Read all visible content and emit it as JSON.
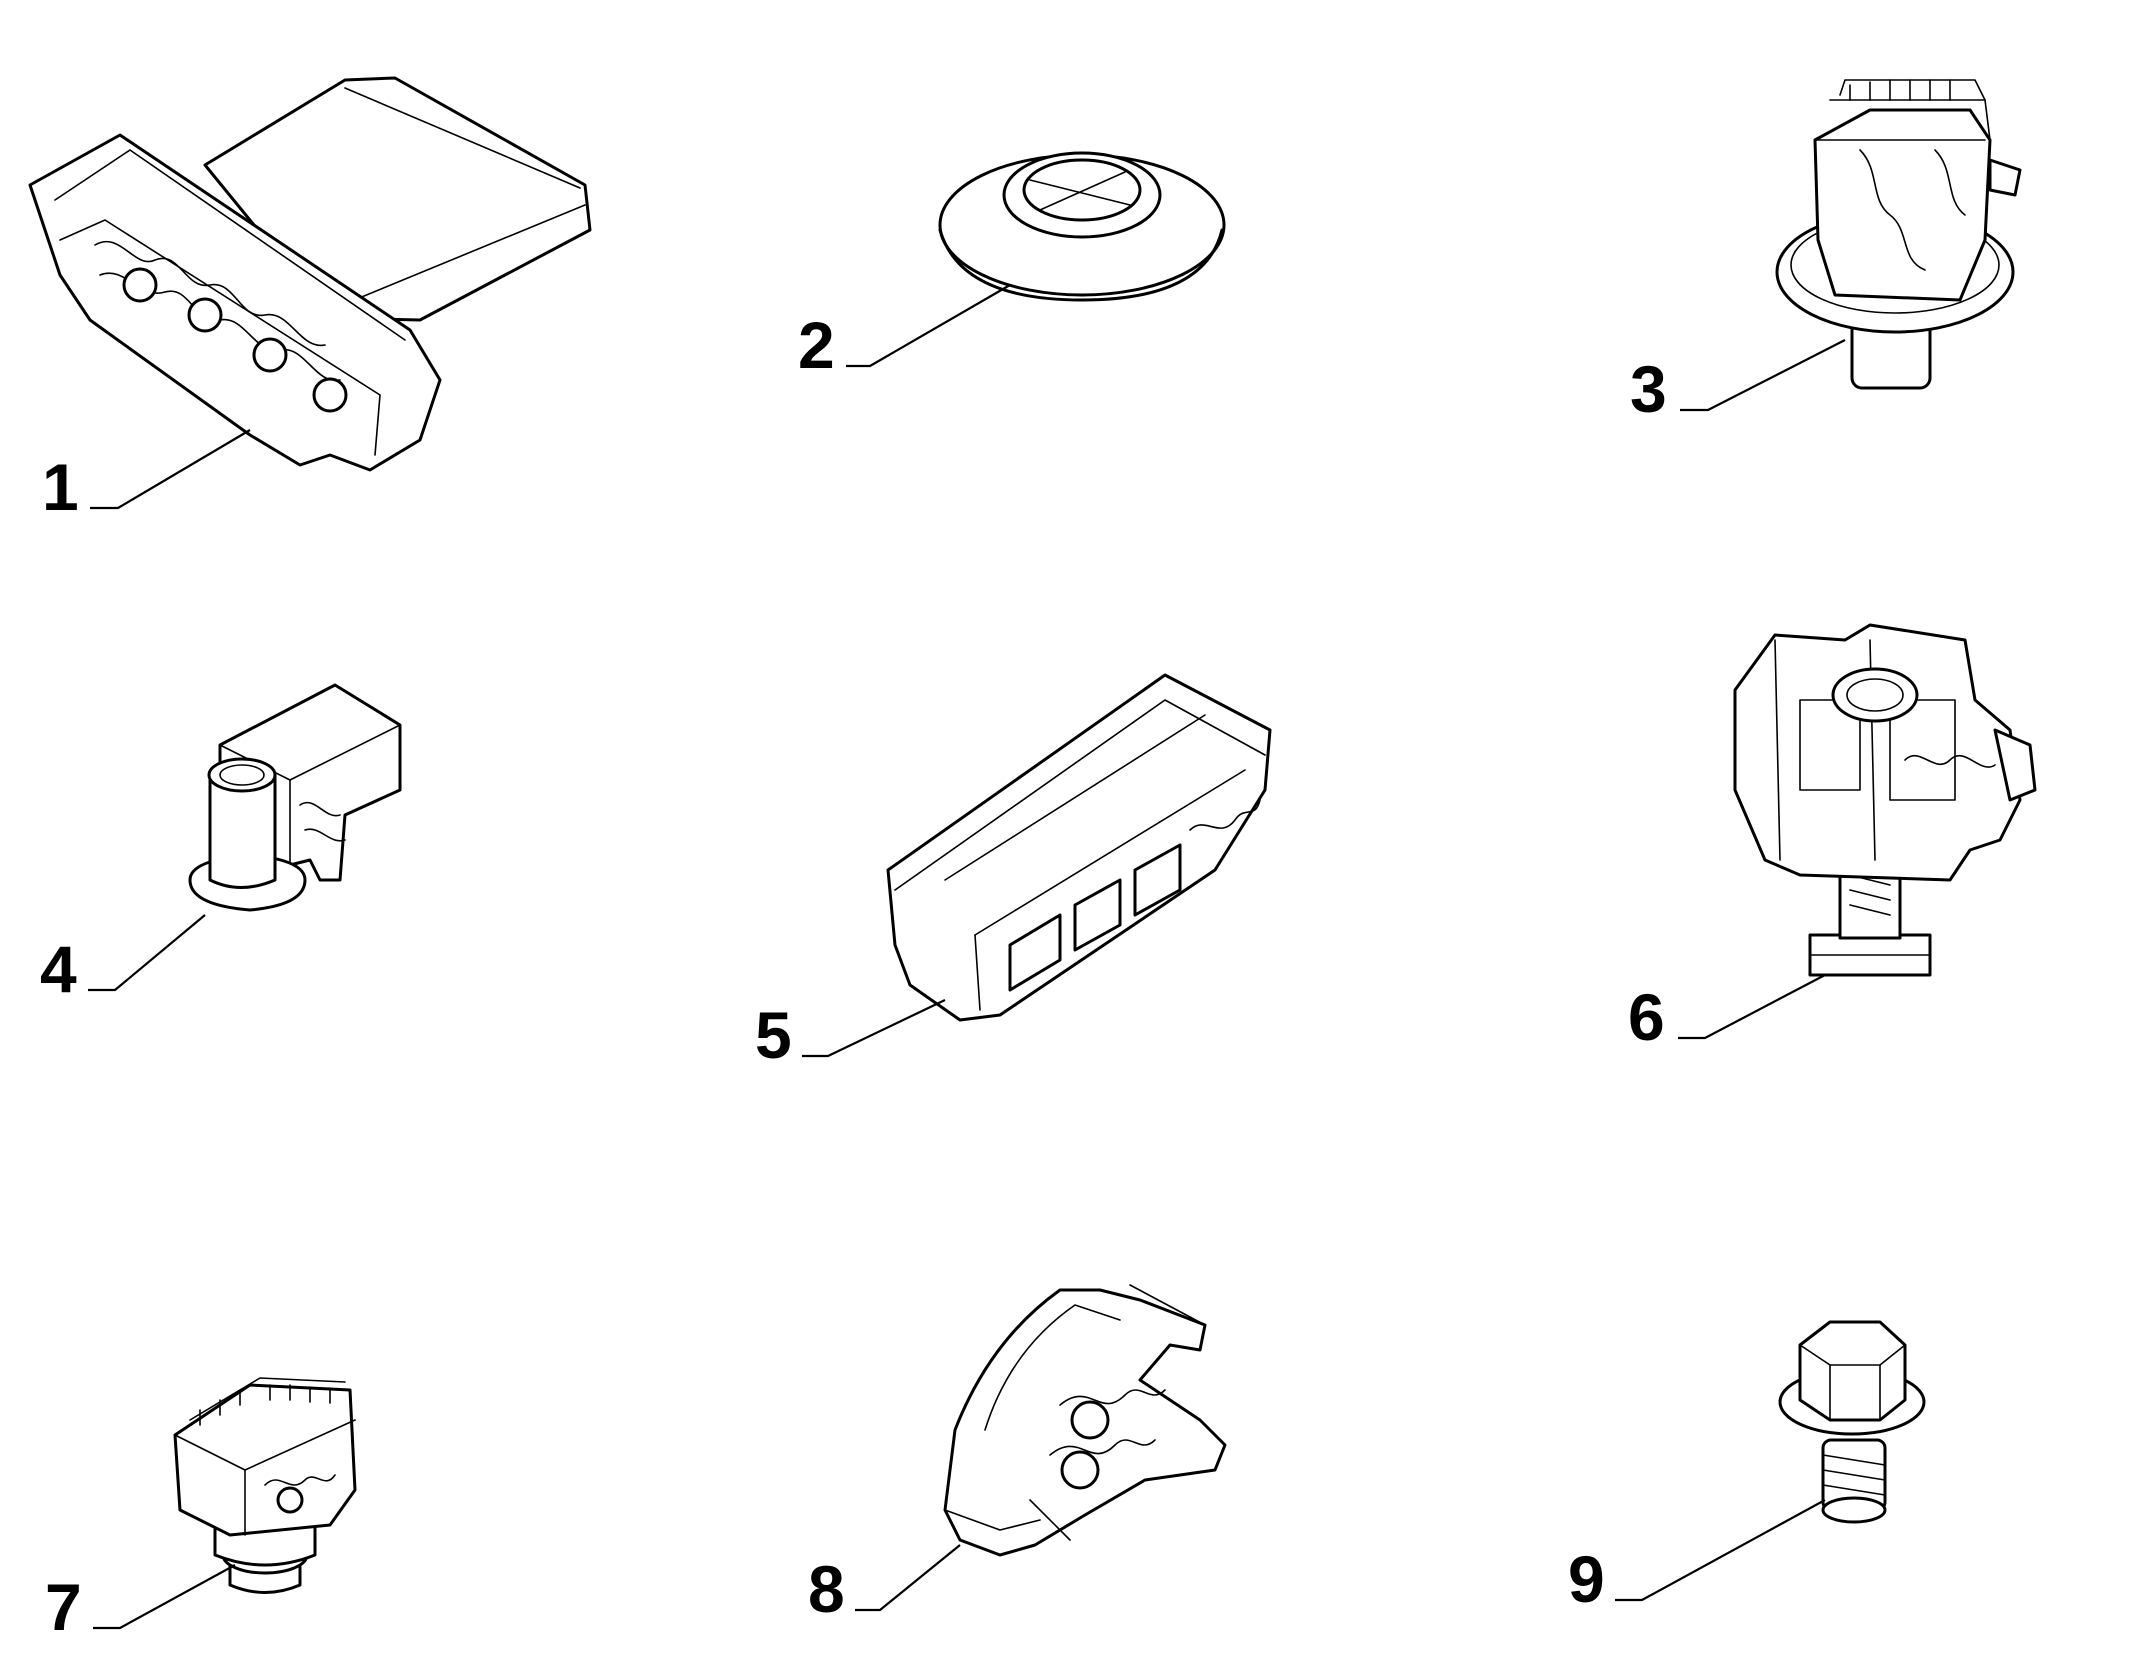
{
  "diagram": {
    "callouts": [
      {
        "label": "1",
        "part": "cable-clip-with-flag-bracket"
      },
      {
        "label": "2",
        "part": "grommet-plug"
      },
      {
        "label": "3",
        "part": "clip-with-washer-stud"
      },
      {
        "label": "4",
        "part": "pipe-clip-with-pin"
      },
      {
        "label": "5",
        "part": "multi-pipe-clip"
      },
      {
        "label": "6",
        "part": "clip-with-threaded-stud"
      },
      {
        "label": "7",
        "part": "small-pipe-clip-with-stud"
      },
      {
        "label": "8",
        "part": "curved-pipe-holder-clip"
      },
      {
        "label": "9",
        "part": "flange-hex-bolt"
      }
    ]
  }
}
